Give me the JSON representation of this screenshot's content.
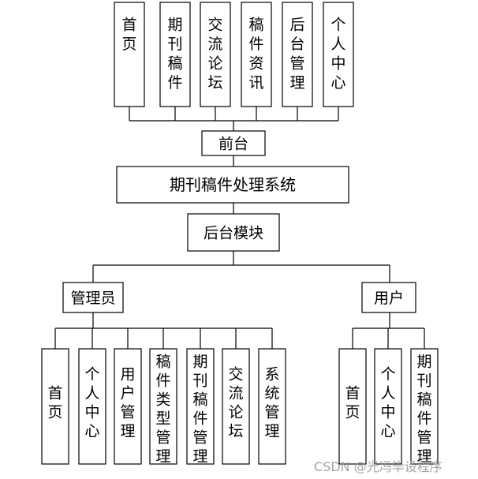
{
  "diagram": {
    "frontend_modules": [
      "首页",
      "期刊稿件",
      "交流论坛",
      "稿件资讯",
      "后台管理",
      "个人中心"
    ],
    "frontend_label": "前台",
    "system_title": "期刊稿件处理系统",
    "backend_label": "后台模块",
    "admin_label": "管理员",
    "user_label": "用户",
    "admin_modules": [
      "首页",
      "个人中心",
      "用户管理",
      "稿件类型管理",
      "期刊稿件管理",
      "交流论坛",
      "系统管理"
    ],
    "user_modules": [
      "首页",
      "个人中心",
      "期刊稿件管理"
    ]
  },
  "watermark": "CSDN @光冯毕设程序"
}
